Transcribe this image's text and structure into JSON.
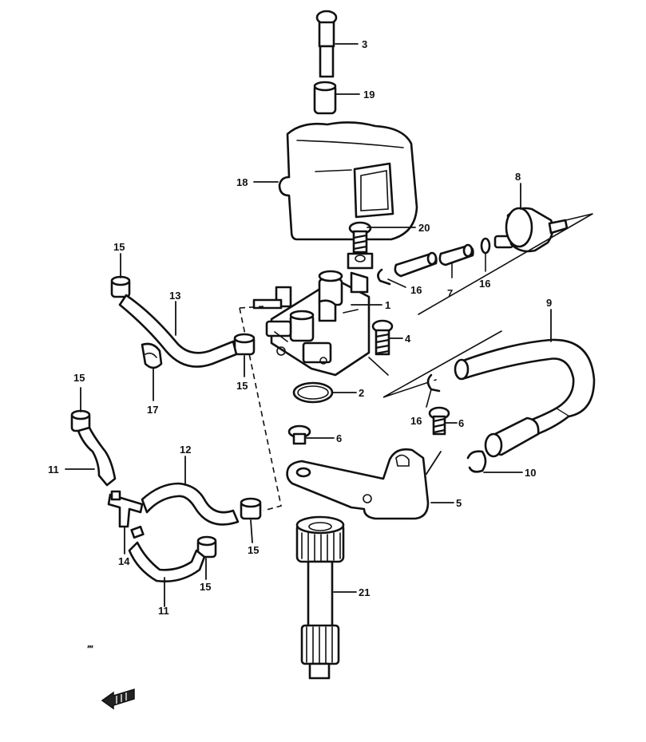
{
  "callouts": {
    "c1": "1",
    "c2": "2",
    "c3": "3",
    "c4": "4",
    "c5": "5",
    "c6a": "6",
    "c6b": "6",
    "c7": "7",
    "c8": "8",
    "c9": "9",
    "c10": "10",
    "c11a": "11",
    "c11b": "11",
    "c12": "12",
    "c13": "13",
    "c14": "14",
    "c15a": "15",
    "c15b": "15",
    "c15c": "15",
    "c15d": "15",
    "c15e": "15",
    "c16a": "16",
    "c16b": "16",
    "c16c": "16",
    "c17": "17",
    "c18": "18",
    "c19": "19",
    "c20": "20",
    "c21": "21"
  },
  "corner_mark": "‴",
  "direction_icon": "front-arrow-icon"
}
